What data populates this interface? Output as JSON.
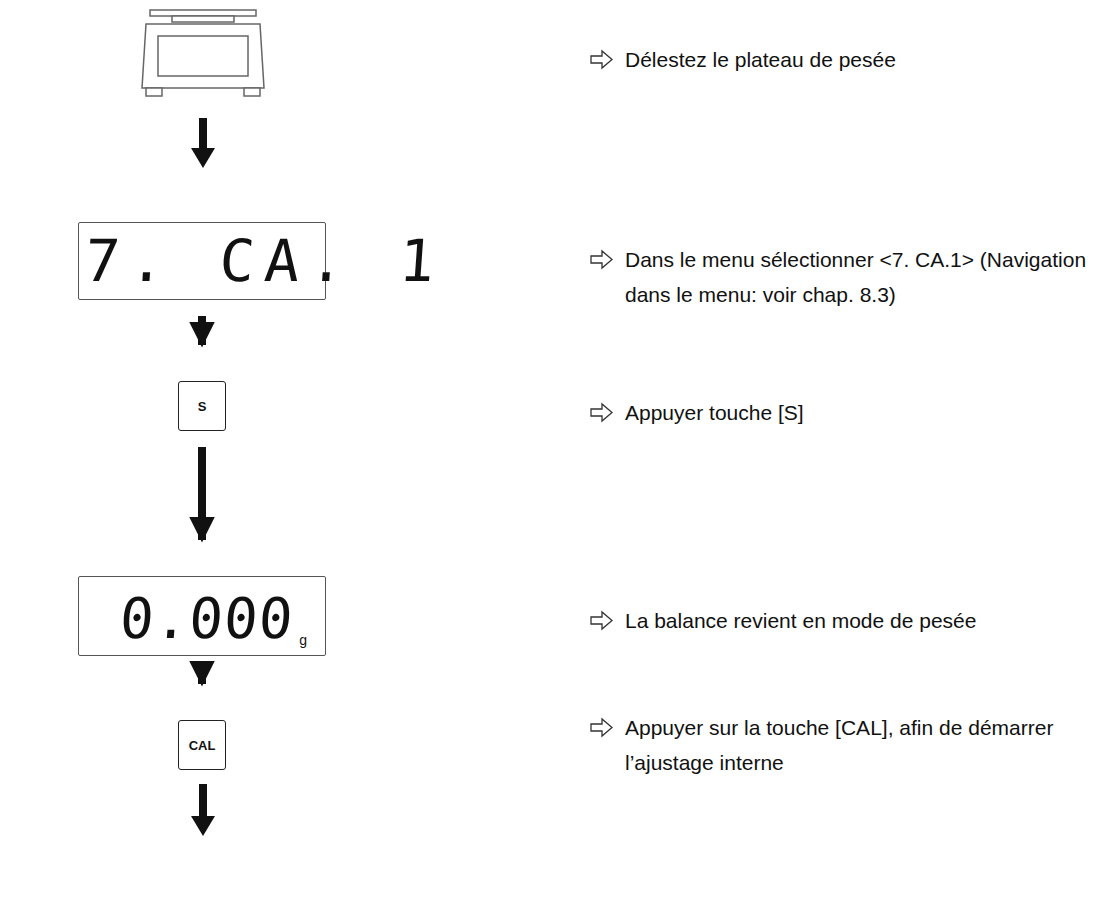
{
  "diagram": {
    "nodes": [
      {
        "text": [
          "7. CA. 1"
        ]
      },
      {
        "text": [
          "S"
        ]
      },
      {
        "text": [
          "0.000",
          "g"
        ]
      },
      {
        "text": [
          "CAL"
        ]
      }
    ],
    "edges": [
      {
        "from": 0,
        "to": 1,
        "arrow": "to"
      },
      {
        "from": 1,
        "to": 2,
        "arrow": "to"
      },
      {
        "from": 2,
        "to": 3,
        "arrow": "to"
      }
    ],
    "labels": [
      "Délestez le plateau de pesée",
      "Dans le menu sélectionner <7. CA.1> (Navigation dans le menu: voir chap. 8.3)",
      "Appuyer touche [S]",
      "La balance revient en mode de pesée",
      "Appuyer sur la touche [CAL], afin de démarrer l’ajustage interne"
    ]
  }
}
